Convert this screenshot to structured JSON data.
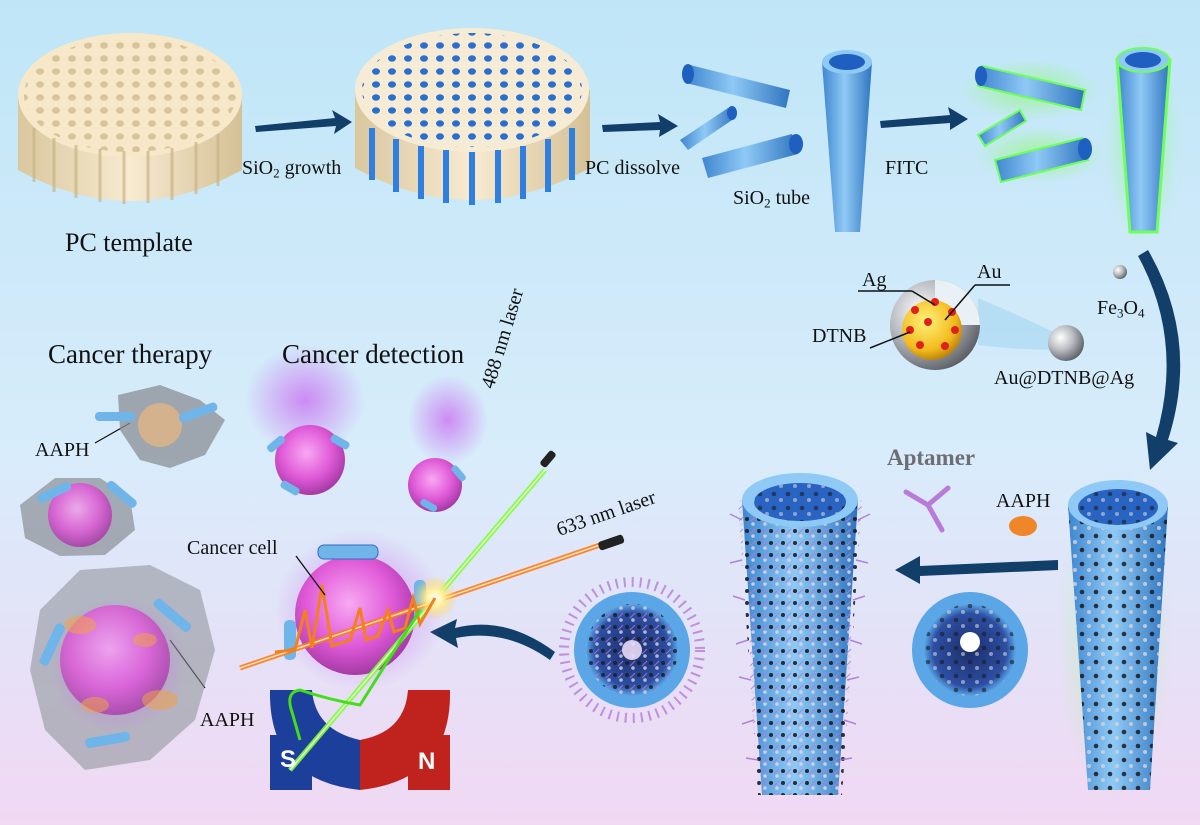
{
  "labels": {
    "pc_template": "PC template",
    "sio2_growth": "SiO2 growth",
    "pc_dissolve": "PC dissolve",
    "sio2_tube": "SiO2 tube",
    "fitc": "FITC",
    "ag": "Ag",
    "au": "Au",
    "dtnb": "DTNB",
    "fe3o4": "Fe3O4",
    "au_dtnb_ag": "Au@DTNB@Ag",
    "aptamer": "Aptamer",
    "aaph_top": "AAPH",
    "cancer_therapy": "Cancer therapy",
    "cancer_detection": "Cancer detection",
    "aaph_left": "AAPH",
    "cancer_cell": "Cancer cell",
    "aaph_bottom": "AAPH",
    "laser_488": "488 nm laser",
    "laser_633": "633 nm laser",
    "magnet_s": "S",
    "magnet_n": "N"
  },
  "colors": {
    "silica_blue": "#5aa6e6",
    "template_cream": "#f3e2bd",
    "fitc_green": "#6dff5a",
    "cell_pink": "#e05ad8",
    "laser_green": "#7dff3a",
    "laser_orange": "#ff7a1a",
    "magnet_blue": "#1d3f9c",
    "magnet_red": "#c0231d",
    "arrow_navy": "#123e6a"
  }
}
